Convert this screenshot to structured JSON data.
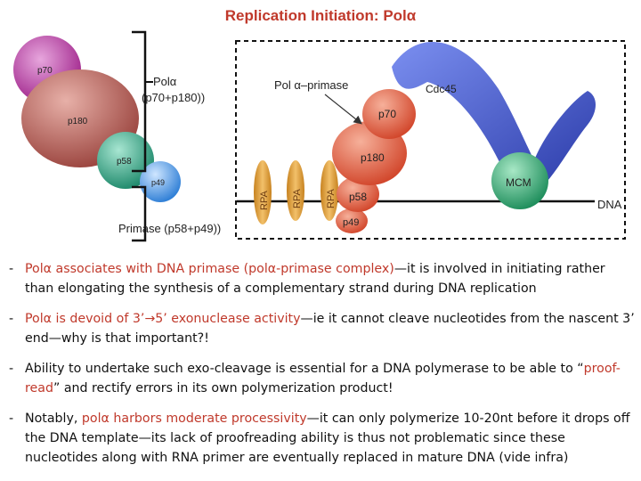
{
  "title": "Replication Initiation: Polα",
  "left_labels": {
    "pola_line1": "Polα",
    "pola_line2": "(p70+p180))",
    "primase": "Primase (p58+p49))"
  },
  "left_subunits": {
    "p70": "p70",
    "p180": "p180",
    "p58": "p58",
    "p49": "p49"
  },
  "right_diagram": {
    "complex_label": "Pol α–primase",
    "cdc45": "Cdc45",
    "p70": "p70",
    "p180": "p180",
    "p58": "p58",
    "p49": "p49",
    "mcm": "MCM",
    "dna": "DNA",
    "rpa": [
      "RPA",
      "RPA",
      "RPA"
    ]
  },
  "colors": {
    "title": "#c0392b",
    "p70_left": "#b23ba0",
    "p180": "#b85a55",
    "p58": "#2e9e80",
    "p49": "#3d8fe0",
    "cdc45": "#3b4fc4",
    "pol_complex": "#e0553a",
    "mcm": "#2a9f6b",
    "rpa": "#e0a13a",
    "highlight": "#c0392b"
  },
  "bullets": [
    {
      "parts": [
        {
          "text": "Polα associates with DNA primase (polα-primase complex)",
          "style": "red"
        },
        {
          "text": "—it is involved in initiating rather than elongating the synthesis of a complementary strand during DNA replication",
          "style": ""
        }
      ]
    },
    {
      "parts": [
        {
          "text": "Polα is devoid of 3’→5’ exonuclease activity",
          "style": "red"
        },
        {
          "text": "—ie it cannot cleave nucleotides from the nascent 3’ end—why is that important?!",
          "style": ""
        }
      ]
    },
    {
      "parts": [
        {
          "text": "Ability to undertake such exo-cleavage is essential for a DNA polymerase to be able to “",
          "style": ""
        },
        {
          "text": "proof-read",
          "style": "red"
        },
        {
          "text": "” and rectify errors in its own polymerization product!",
          "style": ""
        }
      ]
    },
    {
      "parts": [
        {
          "text": "Notably, ",
          "style": ""
        },
        {
          "text": "polα harbors moderate processivity",
          "style": "red"
        },
        {
          "text": "—it can only polymerize 10-20nt before it drops off the DNA template—its lack of proofreading ability is thus not problematic since these nucleotides along with RNA primer are eventually replaced in mature DNA (vide infra)",
          "style": ""
        }
      ]
    }
  ]
}
